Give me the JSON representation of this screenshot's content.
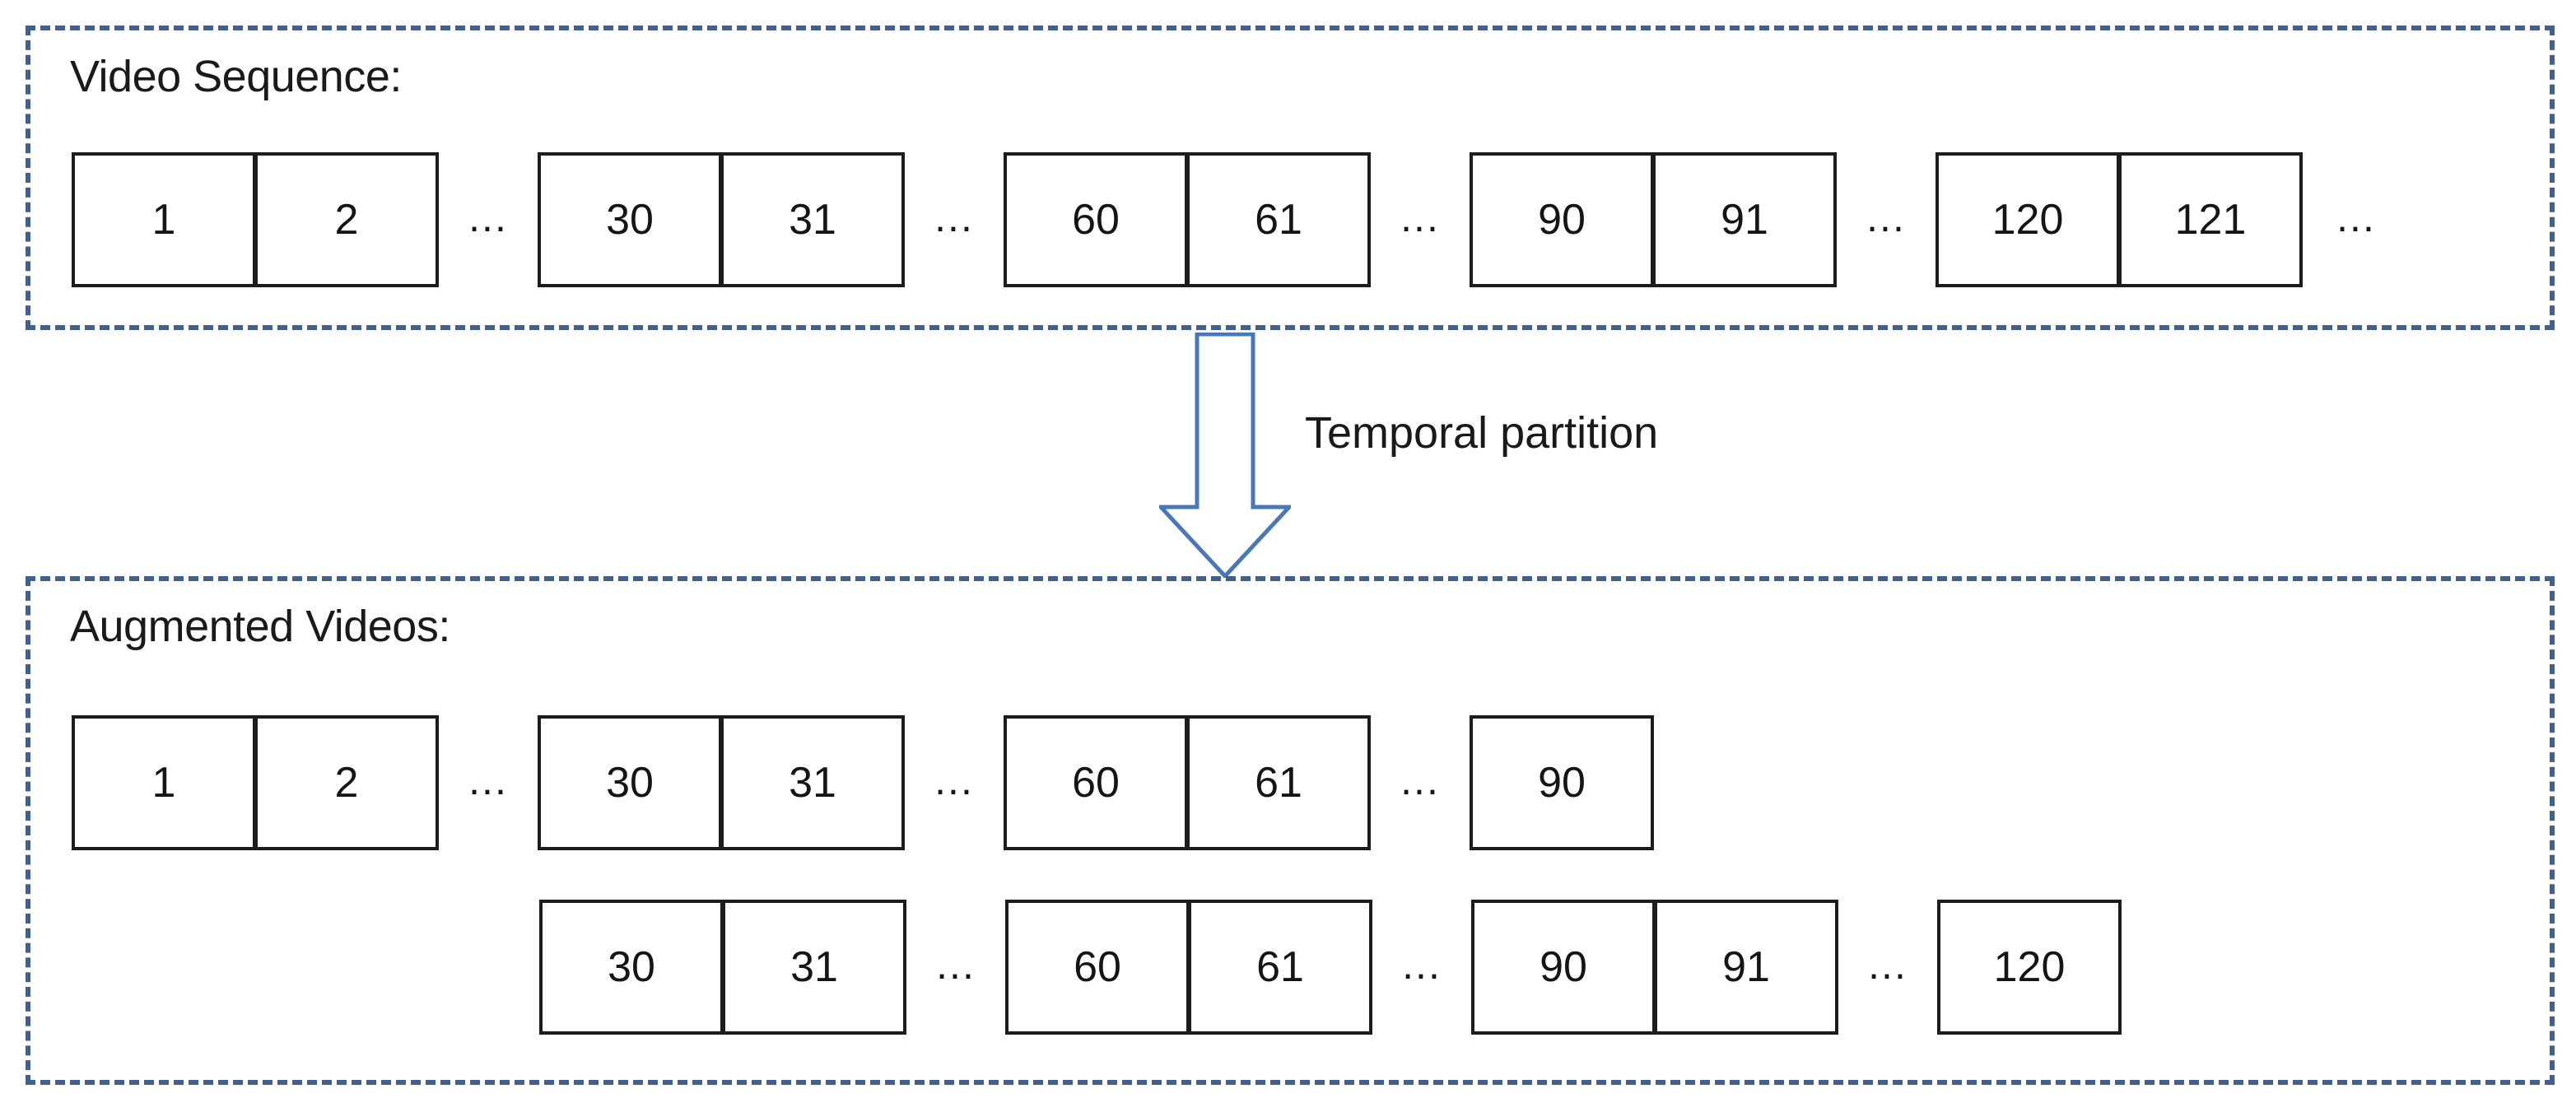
{
  "figure": {
    "arrow_label": "Temporal partition",
    "arrow_color": "#4878b8",
    "panel_border_color": "#41608f",
    "frame_border_color": "#1c1c1c",
    "ellipsis": "..."
  },
  "source": {
    "caption": "Video Sequence:",
    "groups": [
      {
        "frames": [
          "1",
          "2"
        ]
      },
      {
        "frames": [
          "30",
          "31"
        ]
      },
      {
        "frames": [
          "60",
          "61"
        ]
      },
      {
        "frames": [
          "90",
          "91"
        ]
      },
      {
        "frames": [
          "120",
          "121"
        ]
      }
    ],
    "trailing_ellipsis": "..."
  },
  "augmented": {
    "caption": "Augmented Videos:",
    "videos": [
      {
        "groups": [
          {
            "frames": [
              "1",
              "2"
            ]
          },
          {
            "frames": [
              "30",
              "31"
            ]
          },
          {
            "frames": [
              "60",
              "61"
            ]
          },
          {
            "frames": [
              "90"
            ]
          }
        ]
      },
      {
        "groups": [
          {
            "frames": [
              "30",
              "31"
            ]
          },
          {
            "frames": [
              "60",
              "61"
            ]
          },
          {
            "frames": [
              "90",
              "91"
            ]
          },
          {
            "frames": [
              "120"
            ]
          }
        ]
      }
    ]
  }
}
